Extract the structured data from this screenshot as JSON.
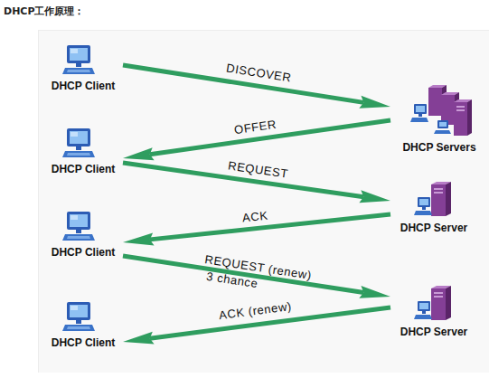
{
  "diagram": {
    "title": "DHCP工作原理：",
    "nodes": [
      {
        "text": [
          "DHCP Client"
        ]
      },
      {
        "text": [
          "DHCP Servers"
        ]
      },
      {
        "text": [
          "DHCP Client"
        ]
      },
      {
        "text": [
          "DHCP Server"
        ]
      },
      {
        "text": [
          "DHCP Client"
        ]
      },
      {
        "text": [
          "DHCP Server"
        ]
      },
      {
        "text": [
          "DHCP Client"
        ]
      }
    ],
    "edges": [
      {
        "from": 0,
        "to": 1,
        "label": "DISCOVER",
        "arrow": "to"
      },
      {
        "from": 1,
        "to": 2,
        "label": "OFFER",
        "arrow": "to"
      },
      {
        "from": 2,
        "to": 3,
        "label": "REQUEST",
        "arrow": "to"
      },
      {
        "from": 3,
        "to": 4,
        "label": "ACK",
        "arrow": "to"
      },
      {
        "from": 4,
        "to": 5,
        "label": "REQUEST (renew)",
        "arrow": "to"
      },
      {
        "from": 5,
        "to": 6,
        "label": "ACK (renew)",
        "arrow": "to"
      }
    ],
    "labels": [
      "3 chance"
    ]
  }
}
